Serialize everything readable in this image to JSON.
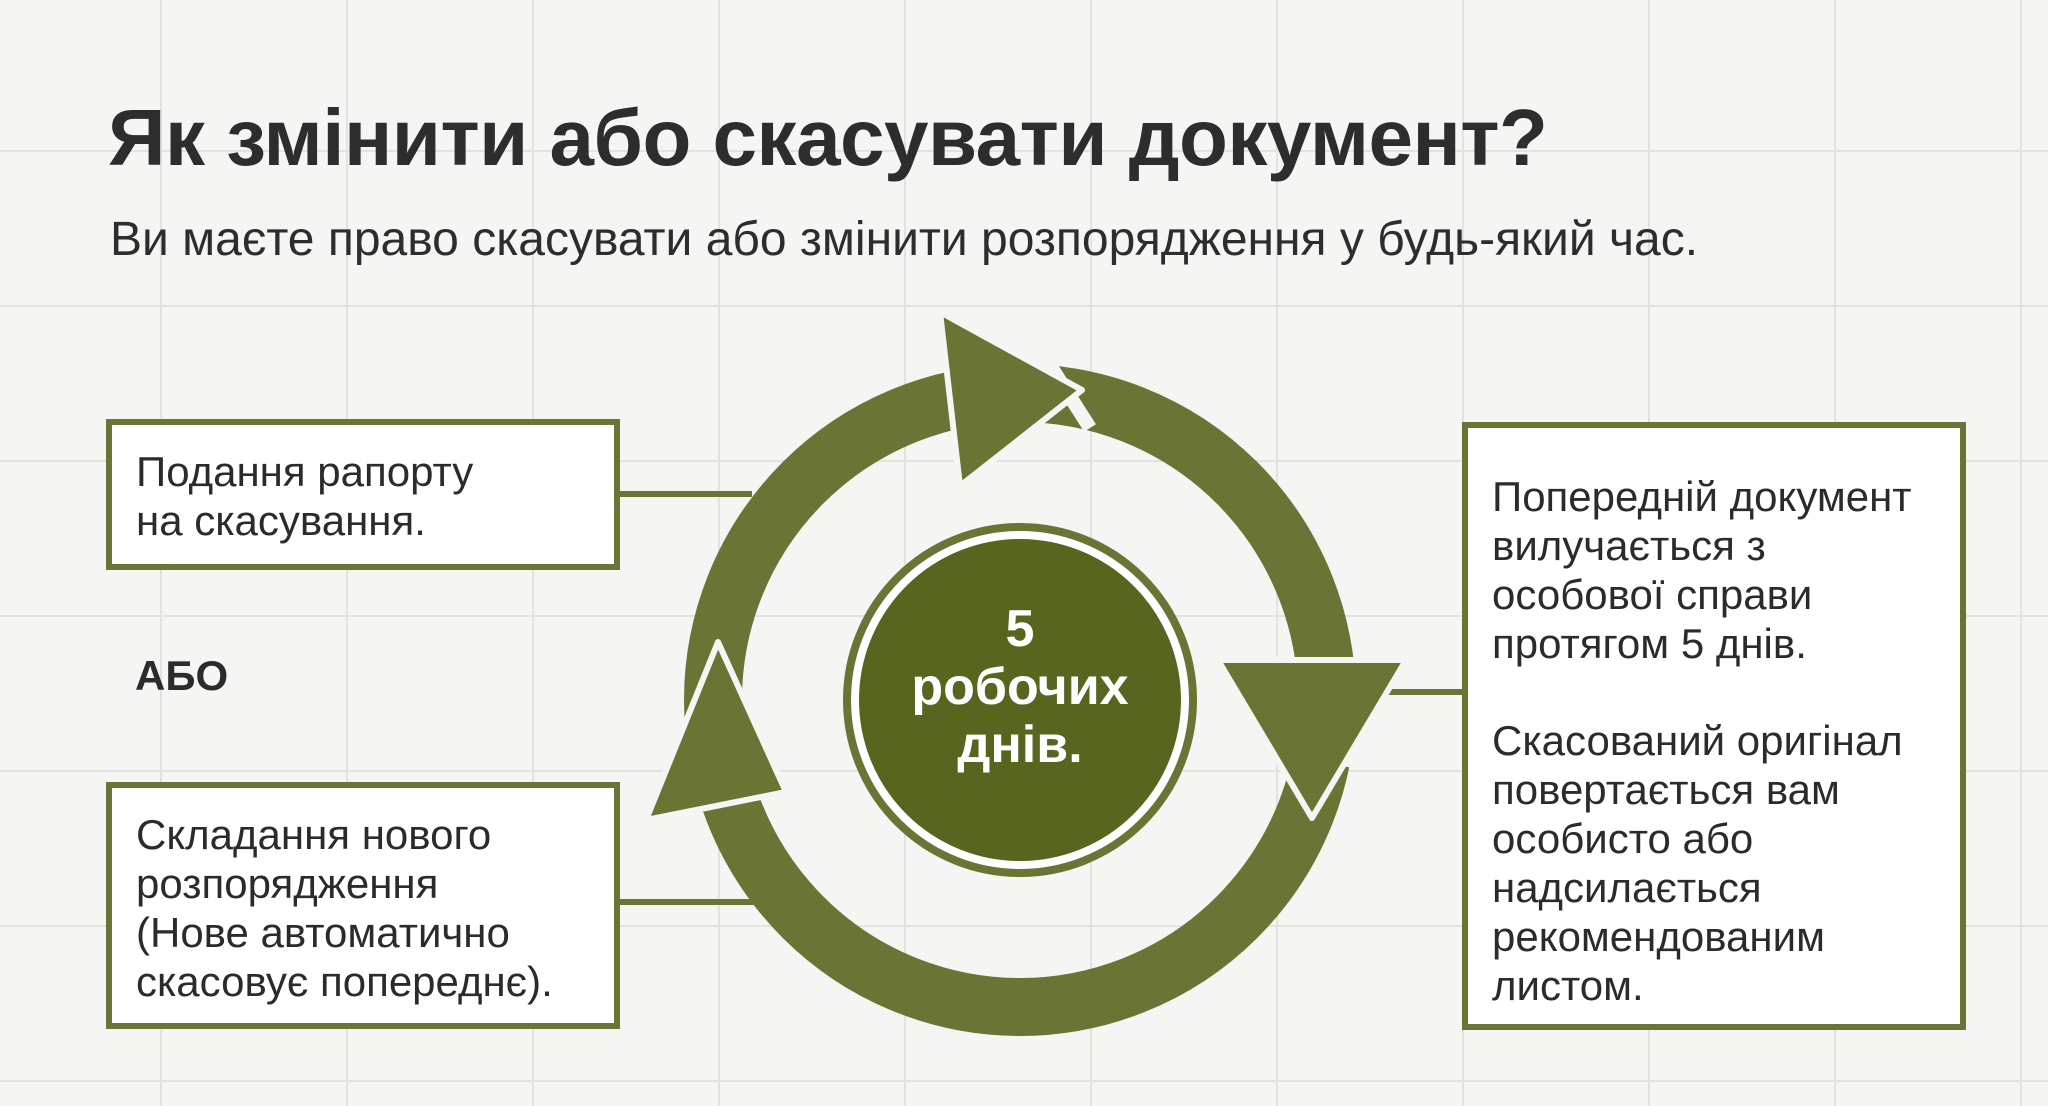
{
  "title": "Як змінити або скасувати документ?",
  "subtitle": "Ви маєте право скасувати або змінити розпорядження у будь-який час.",
  "left_boxes": {
    "top": {
      "lines": [
        "Подання рапорту",
        "на скасування."
      ]
    },
    "separator": "АБО",
    "bottom": {
      "lines": [
        "Складання нового",
        "розпорядження",
        "(Нове автоматично",
        "скасовує попереднє)."
      ]
    }
  },
  "center": {
    "lines": [
      "5",
      "робочих",
      "днів."
    ]
  },
  "right_box": {
    "paragraph1": [
      "Попередній документ",
      "вилучається з",
      "особової справи",
      "протягом 5 днів."
    ],
    "paragraph2": [
      "Скасований оригінал",
      "повертається вам",
      "особисто або",
      "надсилається",
      "рекомендованим",
      "листом."
    ]
  },
  "colors": {
    "accent": "#6a7435",
    "center_fill": "#56661f",
    "background": "#f5f5f3",
    "box_fill": "#ffffff",
    "text": "#2b2b2b"
  }
}
